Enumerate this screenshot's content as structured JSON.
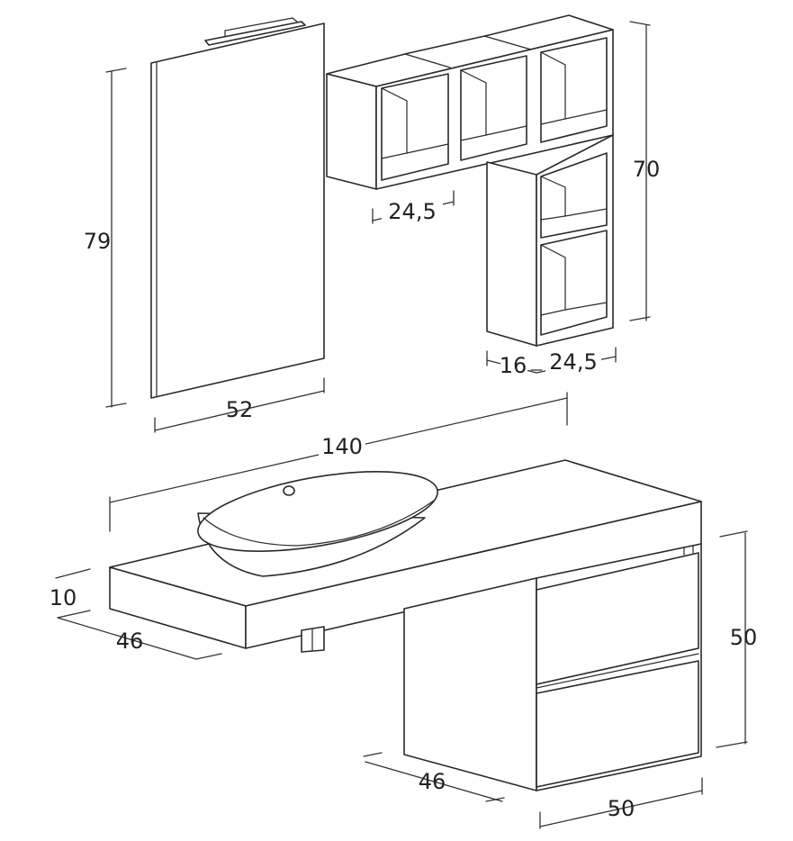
{
  "dimensions": {
    "mirror_height": "79",
    "mirror_width": "52",
    "shelf_cube_width": "24,5",
    "column_height": "70",
    "column_depth": "16",
    "column_width": "24,5",
    "top_length": "140",
    "top_thickness": "10",
    "top_depth": "46",
    "cabinet_height": "50",
    "cabinet_depth": "46",
    "cabinet_width": "50"
  }
}
